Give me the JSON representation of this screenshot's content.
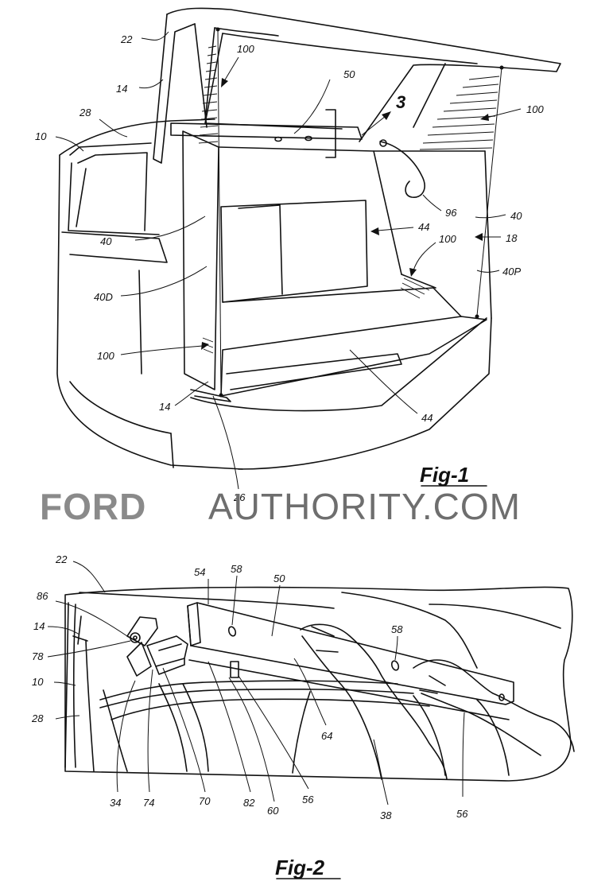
{
  "figure1": {
    "caption": "Fig-1",
    "labels": [
      "22",
      "14",
      "28",
      "10",
      "100",
      "50",
      "3",
      "100",
      "96",
      "40",
      "18",
      "40",
      "44",
      "100",
      "40P",
      "40D",
      "100",
      "14",
      "44",
      "26"
    ]
  },
  "watermark": {
    "part1": "FORD",
    "part2": "AUTHORITY.COM",
    "part1_color": "#8a8a8a",
    "part2_color": "#6e6e6e"
  },
  "figure2": {
    "caption": "Fig-2",
    "labels": [
      "22",
      "54",
      "58",
      "50",
      "86",
      "14",
      "78",
      "10",
      "28",
      "58",
      "64",
      "34",
      "74",
      "70",
      "82",
      "60",
      "56",
      "38",
      "56"
    ]
  }
}
